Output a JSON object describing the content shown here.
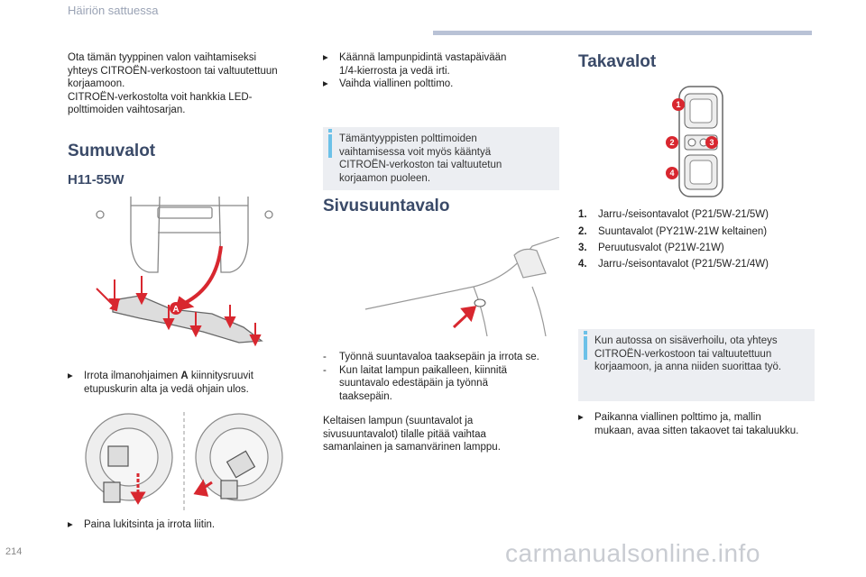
{
  "header": {
    "section": "Häiriön sattuessa"
  },
  "page_number": "214",
  "watermark": "carmanualsonline.info",
  "col1": {
    "intro_lines": [
      "Ota tämän tyyppinen valon vaihtamiseksi",
      "yhteys CITROËN-verkostoon tai valtuutettuun",
      "korjaamoon.",
      "CITROËN-verkostolta voit hankkia LED-",
      "polttimoiden vaihtosarjan."
    ],
    "fog_heading": "Sumuvalot",
    "fog_sub": "H11-55W",
    "figure_label_a": "A",
    "step1_pre": "Irrota ilmanohjaimen ",
    "step1_bold": "A",
    "step1_post": " kiinnitysruuvit",
    "step1_line2": "etupuskurin alta ja vedä ohjain ulos.",
    "step2": "Paina lukitsinta ja irrota liitin."
  },
  "col2": {
    "step1_line1": "Käännä lampunpidintä vastapäivään",
    "step1_line2": "1/4-kierrosta ja vedä irti.",
    "step2": "Vaihda viallinen polttimo.",
    "note_lines": [
      "Tämäntyyppisten polttimoiden",
      "vaihtamisessa voit myös kääntyä",
      "CITROËN-verkoston tai valtuutetun",
      "korjaamon puoleen."
    ],
    "side_heading": "Sivusuuntavalo",
    "dash1": "Työnnä suuntavaloa taaksepäin ja irrota se.",
    "dash2_lines": [
      "Kun laitat lampun paikalleen, kiinnitä",
      "suuntavalo edestäpäin ja työnnä",
      "taaksepäin."
    ],
    "para_lines": [
      "Keltaisen lampun (suuntavalot ja",
      "sivusuuntavalot) tilalle pitää vaihtaa",
      "samanlainen ja samanvärinen lamppu."
    ]
  },
  "col3": {
    "heading": "Takavalot",
    "badges": [
      "1",
      "2",
      "3",
      "4"
    ],
    "items": [
      {
        "num": "1.",
        "text": "Jarru-/seisontavalot (P21/5W-21/5W)"
      },
      {
        "num": "2.",
        "text": "Suuntavalot (PY21W-21W keltainen)"
      },
      {
        "num": "3.",
        "text": "Peruutusvalot (P21W-21W)"
      },
      {
        "num": "4.",
        "text": "Jarru-/seisontavalot (P21/5W-21/4W)"
      }
    ],
    "note_lines": [
      "Kun autossa on sisäverhoilu, ota yhteys",
      "CITROËN-verkostoon tai valtuutettuun",
      "korjaamoon, ja anna niiden suorittaa työ."
    ],
    "step_line1": "Paikanna viallinen polttimo ja, mallin",
    "step_line2": "mukaan, avaa sitten takaovet tai takaluukku."
  },
  "colors": {
    "heading": "#3a4a68",
    "accent_red": "#d8272f",
    "note_bg": "#eceef2",
    "note_bar": "#6cc1e8"
  },
  "icons": {
    "step_marker": "triangle-right-icon"
  }
}
